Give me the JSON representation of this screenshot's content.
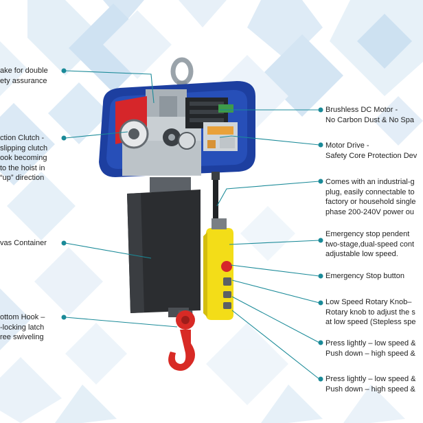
{
  "colors": {
    "leader_line": "#1a8a98",
    "leader_dot": "#1a8a98",
    "housing_blue": "#1d3fa0",
    "motor_frame_grey": "#c9cfd3",
    "gear_red": "#d6262a",
    "canvas_container": "#2b2d30",
    "pendant_yellow": "#f3dd18",
    "hook_red": "#d82a25",
    "background_tile_blue": "#9dc3e3"
  },
  "callouts_left": [
    {
      "lines": [
        "ake for double",
        "ety assurance"
      ]
    },
    {
      "lines": [
        "ction Clutch -",
        "slipping clutch",
        "ook becoming",
        "to the hoist in",
        "“up” direction"
      ]
    },
    {
      "lines": [
        "vas Container"
      ]
    },
    {
      "lines": [
        "ottom Hook –",
        "-locking latch",
        "ree swiveling"
      ]
    }
  ],
  "callouts_right": [
    {
      "lines": [
        "Brushless DC Motor -",
        "No Carbon Dust & No Spa"
      ]
    },
    {
      "lines": [
        "Motor Drive -",
        "Safety Core Protection Dev"
      ]
    },
    {
      "lines": [
        "Comes with an industrial-g",
        "plug, easily connectable to",
        "factory or household single",
        "phase 200-240V power ou"
      ]
    },
    {
      "lines": [
        "Emergency stop pendent",
        "two-stage,dual-speed cont",
        "adjustable low speed."
      ]
    },
    {
      "lines": [
        "Emergency Stop button"
      ]
    },
    {
      "lines": [
        "Low Speed Rotary Knob–",
        "Rotary knob to adjust the s",
        "at low speed (Stepless spe"
      ]
    },
    {
      "lines": [
        "Press lightly – low speed &",
        "Push down – high speed &"
      ]
    },
    {
      "lines": [
        "Press lightly – low speed &",
        "Push down – high speed &"
      ]
    }
  ]
}
